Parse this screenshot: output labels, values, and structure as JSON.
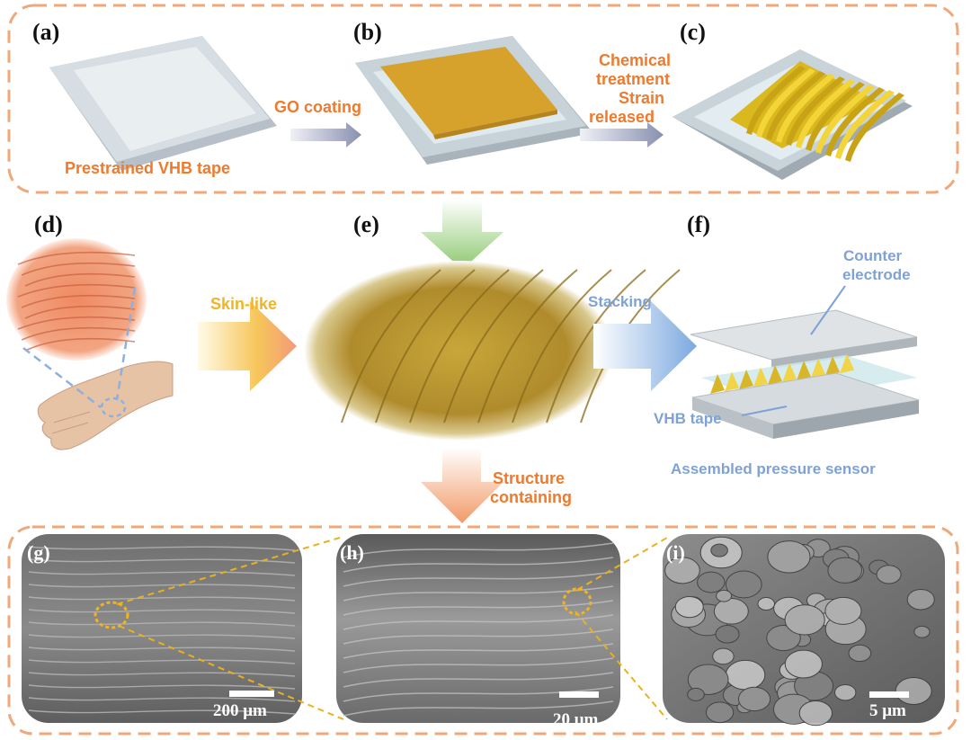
{
  "panels": {
    "a": "(a)",
    "b": "(b)",
    "c": "(c)",
    "d": "(d)",
    "e": "(e)",
    "f": "(f)",
    "g": "(g)",
    "h": "(h)",
    "i": "(i)"
  },
  "labels": {
    "prestrained": "Prestrained VHB tape",
    "go_coating": "GO coating",
    "chemical_line1": "Chemical",
    "chemical_line2": "treatment",
    "strain_line1": "Strain",
    "strain_line2": "released",
    "skin_like": "Skin-like",
    "stacking": "Stacking",
    "counter_line1": "Counter",
    "counter_line2": "electrode",
    "vhb_tape": "VHB tape",
    "assembled": "Assembled pressure sensor",
    "structure_line1": "Structure",
    "structure_line2": "containing"
  },
  "scale_bars": {
    "g": "200 μm",
    "h": "20 μm",
    "i": "5 μm"
  },
  "colors": {
    "dashed_border": "#f0a77a",
    "orange_text": "#ee7a2e",
    "yellow_text": "#f4b323",
    "blue_text": "#7fa2d6",
    "go_film": "#d6a22c",
    "wrinkle": "#e8c52a",
    "vhb": "#c9d4dc",
    "sem_gray": "#7d7d7d"
  }
}
